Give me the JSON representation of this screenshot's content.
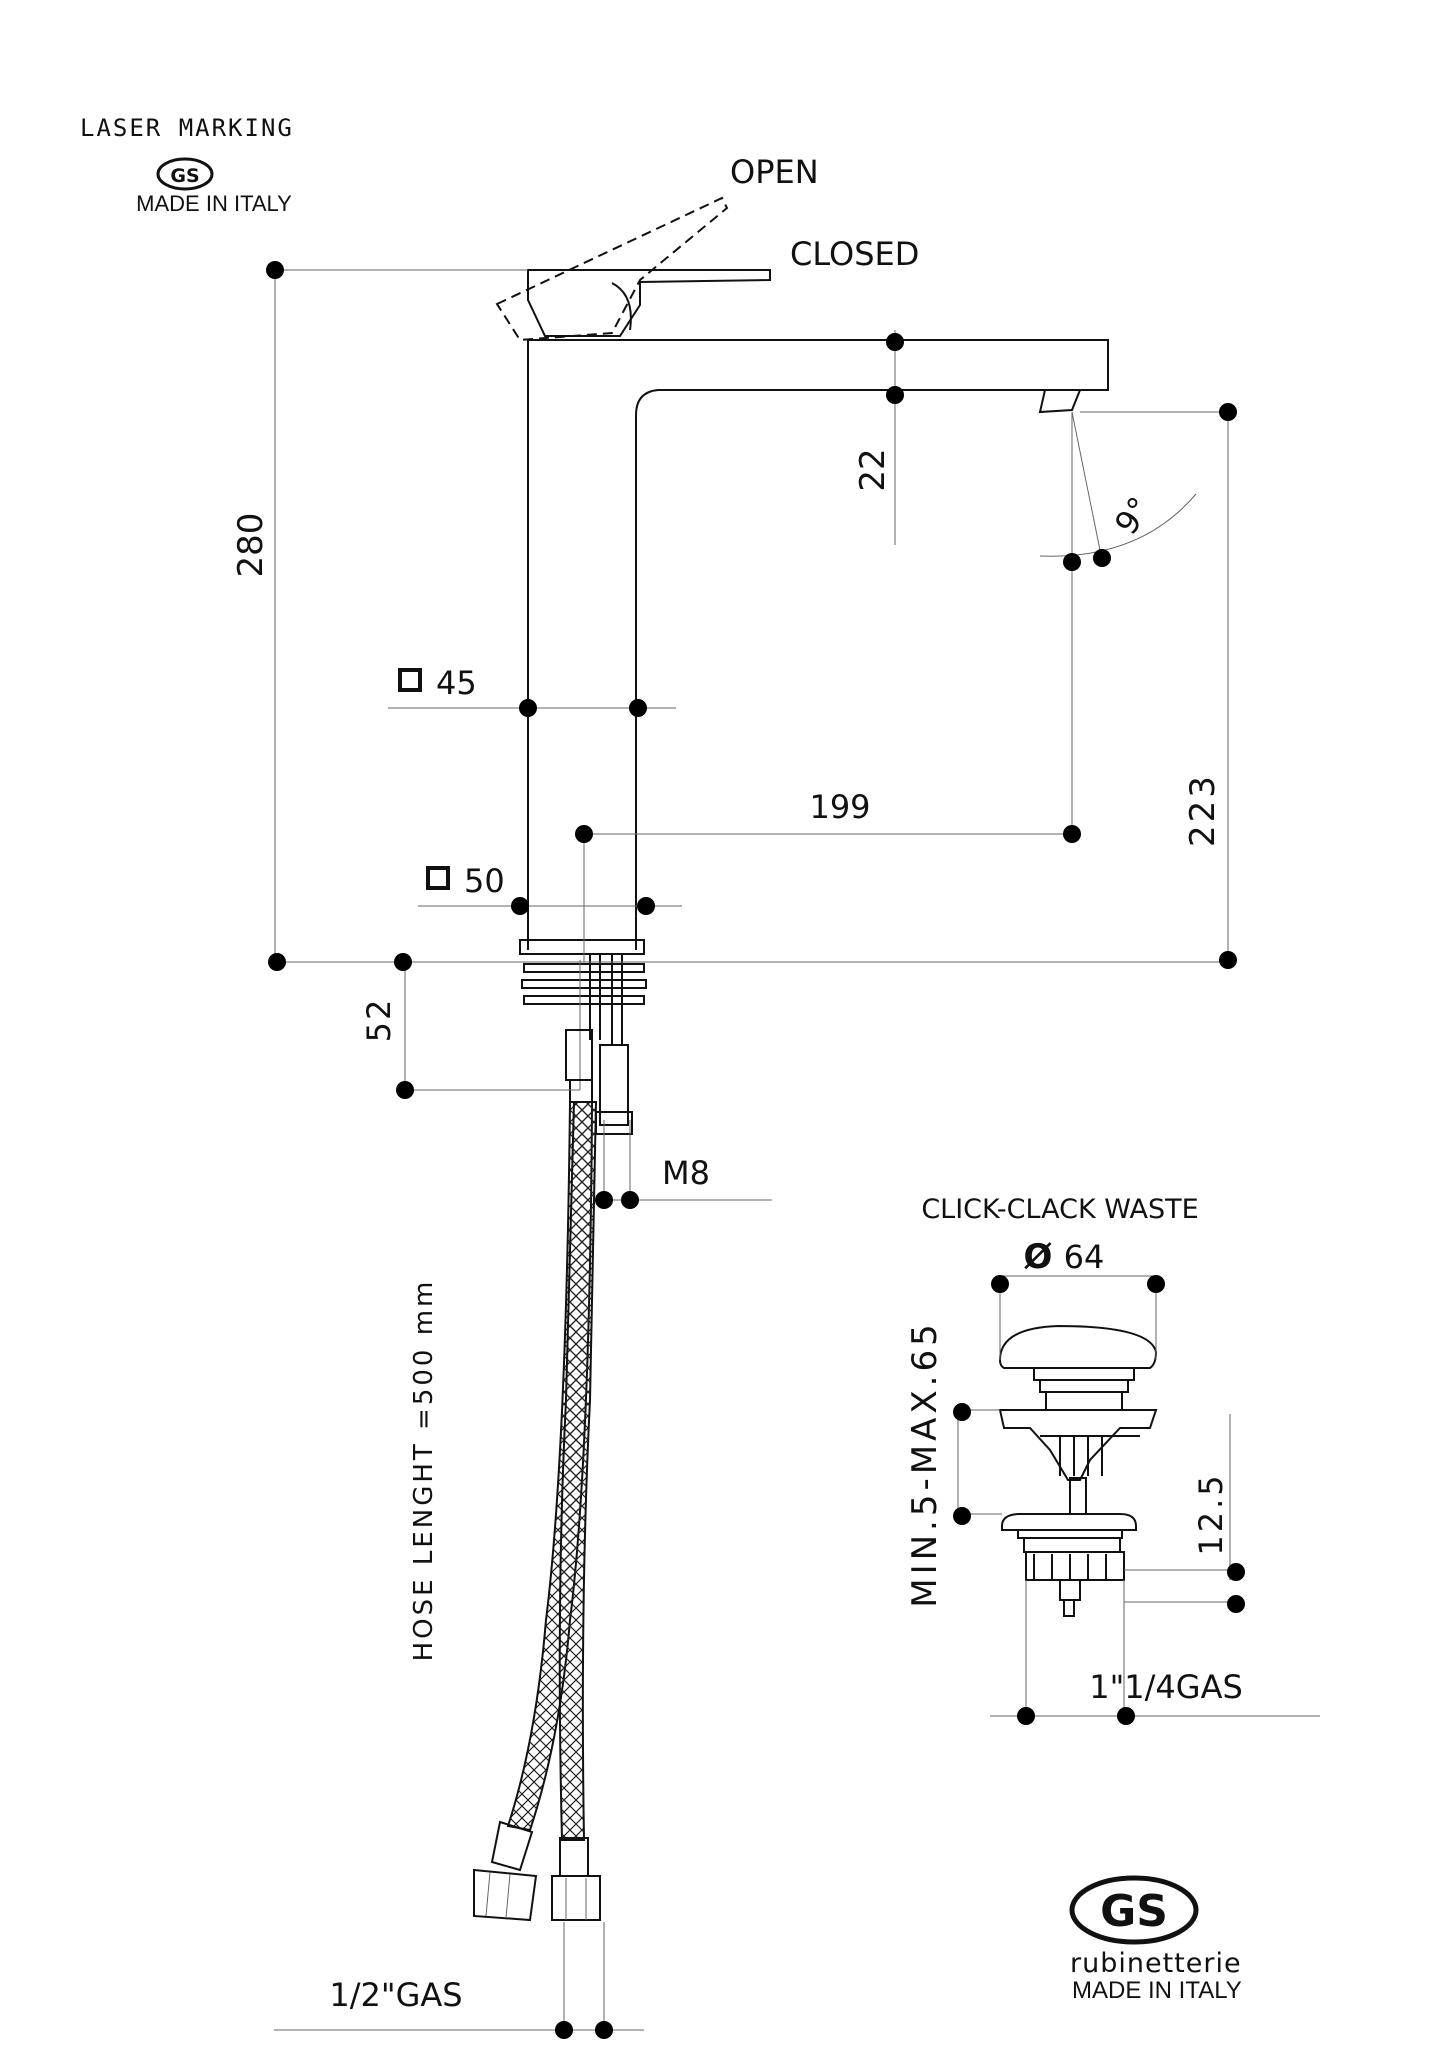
{
  "laser": {
    "title": "LASER MARKING",
    "logo": "GS",
    "origin": "MADE IN ITALY"
  },
  "lever": {
    "open": "OPEN",
    "closed": "CLOSED"
  },
  "dimensions": {
    "height_total": "280",
    "spout_thickness": "22",
    "spout_angle": "9°",
    "body_square": "45",
    "base_square": "50",
    "reach": "199",
    "spout_height": "223",
    "threaded_shank": "52",
    "stud": "M8"
  },
  "hose": {
    "length": "HOSE LENGHT =500 mm",
    "connection": "1/2\"GAS"
  },
  "waste": {
    "title": "CLICK-CLACK WASTE",
    "diameter_symbol": "Ø",
    "diameter": "64",
    "thickness_range": "MIN.5-MAX.65",
    "thread_height": "12.5",
    "connection": "1\"1/4GAS"
  },
  "brand": {
    "logo": "GS",
    "name": "rubinetterie",
    "origin": "MADE IN ITALY"
  }
}
